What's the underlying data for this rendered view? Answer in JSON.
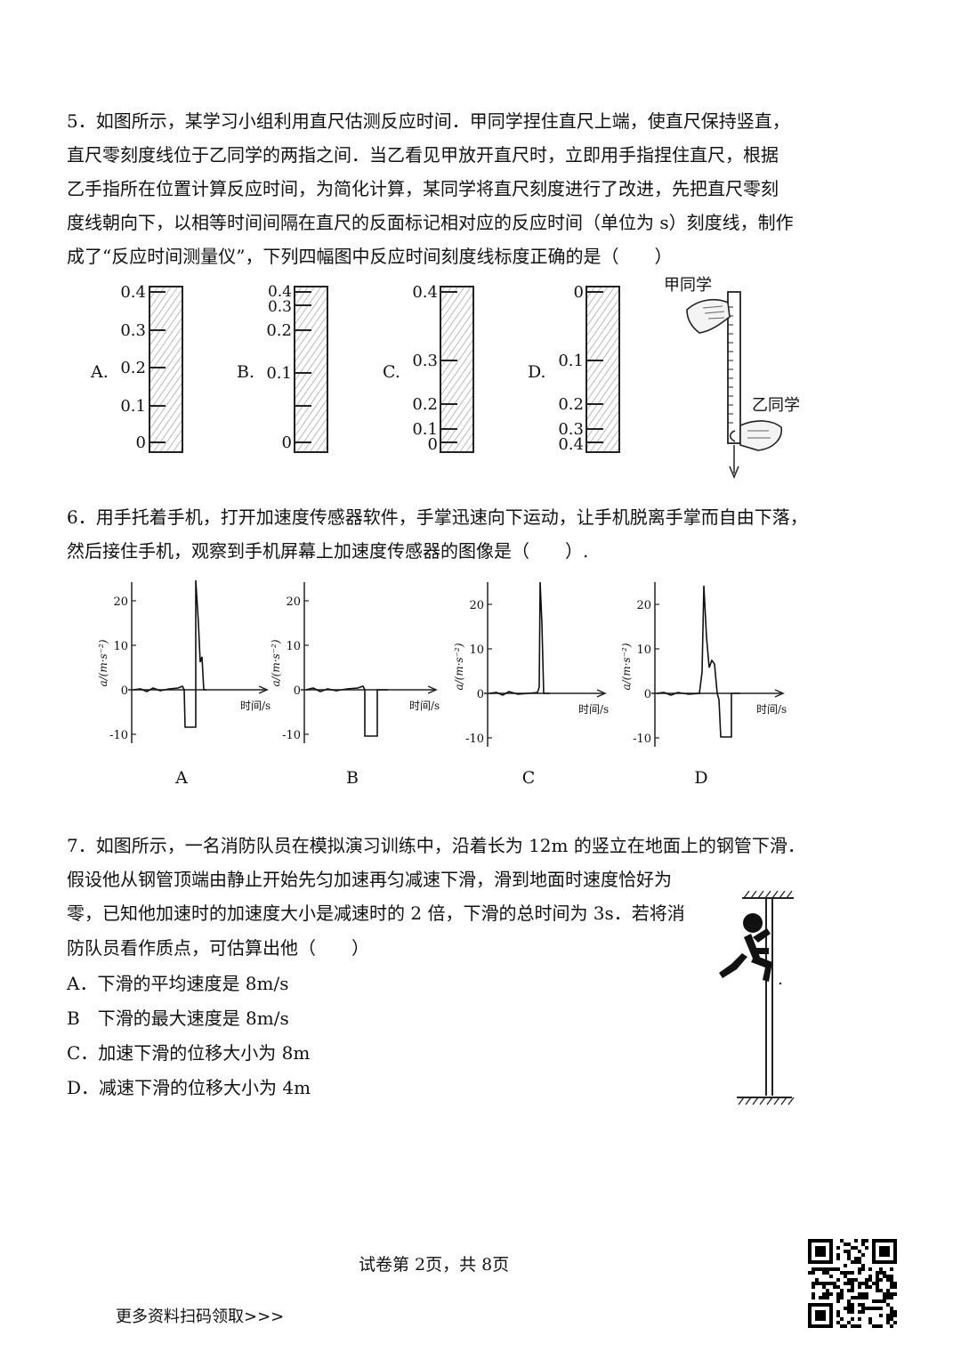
{
  "q5": {
    "lines": [
      "5．如图所示，某学习小组利用直尺估测反应时间．甲同学捏住直尺上端，使直尺保持竖直，",
      "直尺零刻度线位于乙同学的两指之间．当乙看见甲放开直尺时，立即用手指捏住直尺，根据",
      "乙手指所在位置计算反应时间，为简化计算，某同学将直尺刻度进行了改进，先把直尺零刻",
      "度线朝向下，以相等时间间隔在直尺的反面标记相对应的反应时间（单位为 s）刻度线，制作",
      "成了“反应时间测量仪”，下列四幅图中反应时间刻度线标度正确的是（　　）"
    ],
    "options": [
      {
        "letter": "A.",
        "ticks": [
          "0.4",
          "0.3",
          "0.2",
          "0.1",
          "0"
        ]
      },
      {
        "letter": "B.",
        "ticks": [
          "0.4",
          "0.3",
          "0.2",
          "0.1",
          "0"
        ]
      },
      {
        "letter": "C.",
        "ticks": [
          "0.4",
          "0.3",
          "0.2",
          "0.1",
          "0"
        ]
      },
      {
        "letter": "D.",
        "ticks": [
          "0",
          "0.1",
          "0.2",
          "0.3",
          "0.4"
        ]
      }
    ],
    "person_a": "甲同学",
    "person_b": "乙同学"
  },
  "q6": {
    "lines": [
      "6．用手托着手机，打开加速度传感器软件，手掌迅速向下运动，让手机脱离手掌而自由下落，",
      "然后接住手机，观察到手机屏幕上加速度传感器的图像是（　　）."
    ],
    "ylabel": "a/(m·s⁻²)",
    "xlabel": "时间/s",
    "y_ticks": [
      "20",
      "10",
      "0",
      "-10"
    ],
    "graphs": [
      {
        "letter": "A"
      },
      {
        "letter": "B"
      },
      {
        "letter": "C"
      },
      {
        "letter": "D"
      }
    ]
  },
  "q7": {
    "lines": [
      "7．如图所示，一名消防队员在模拟演习训练中，沿着长为 12m 的竖立在地面上的钢管下滑．",
      "假设他从钢管顶端由静止开始先匀加速再匀减速下滑，滑到地面时速度恰好为",
      "零，已知他加速时的加速度大小是减速时的 2 倍，下滑的总时间为 3s．若将消",
      "防队员看作质点，可估算出他（　　）"
    ],
    "options": [
      "A．下滑的平均速度是 8m/s",
      "B　下滑的最大速度是 8m/s",
      "C．加速下滑的位移大小为 8m",
      "D．减速下滑的位移大小为 4m"
    ]
  },
  "footer": {
    "page": "试卷第 2页，共 8页",
    "promo": "更多资料扫码领取>>>"
  }
}
